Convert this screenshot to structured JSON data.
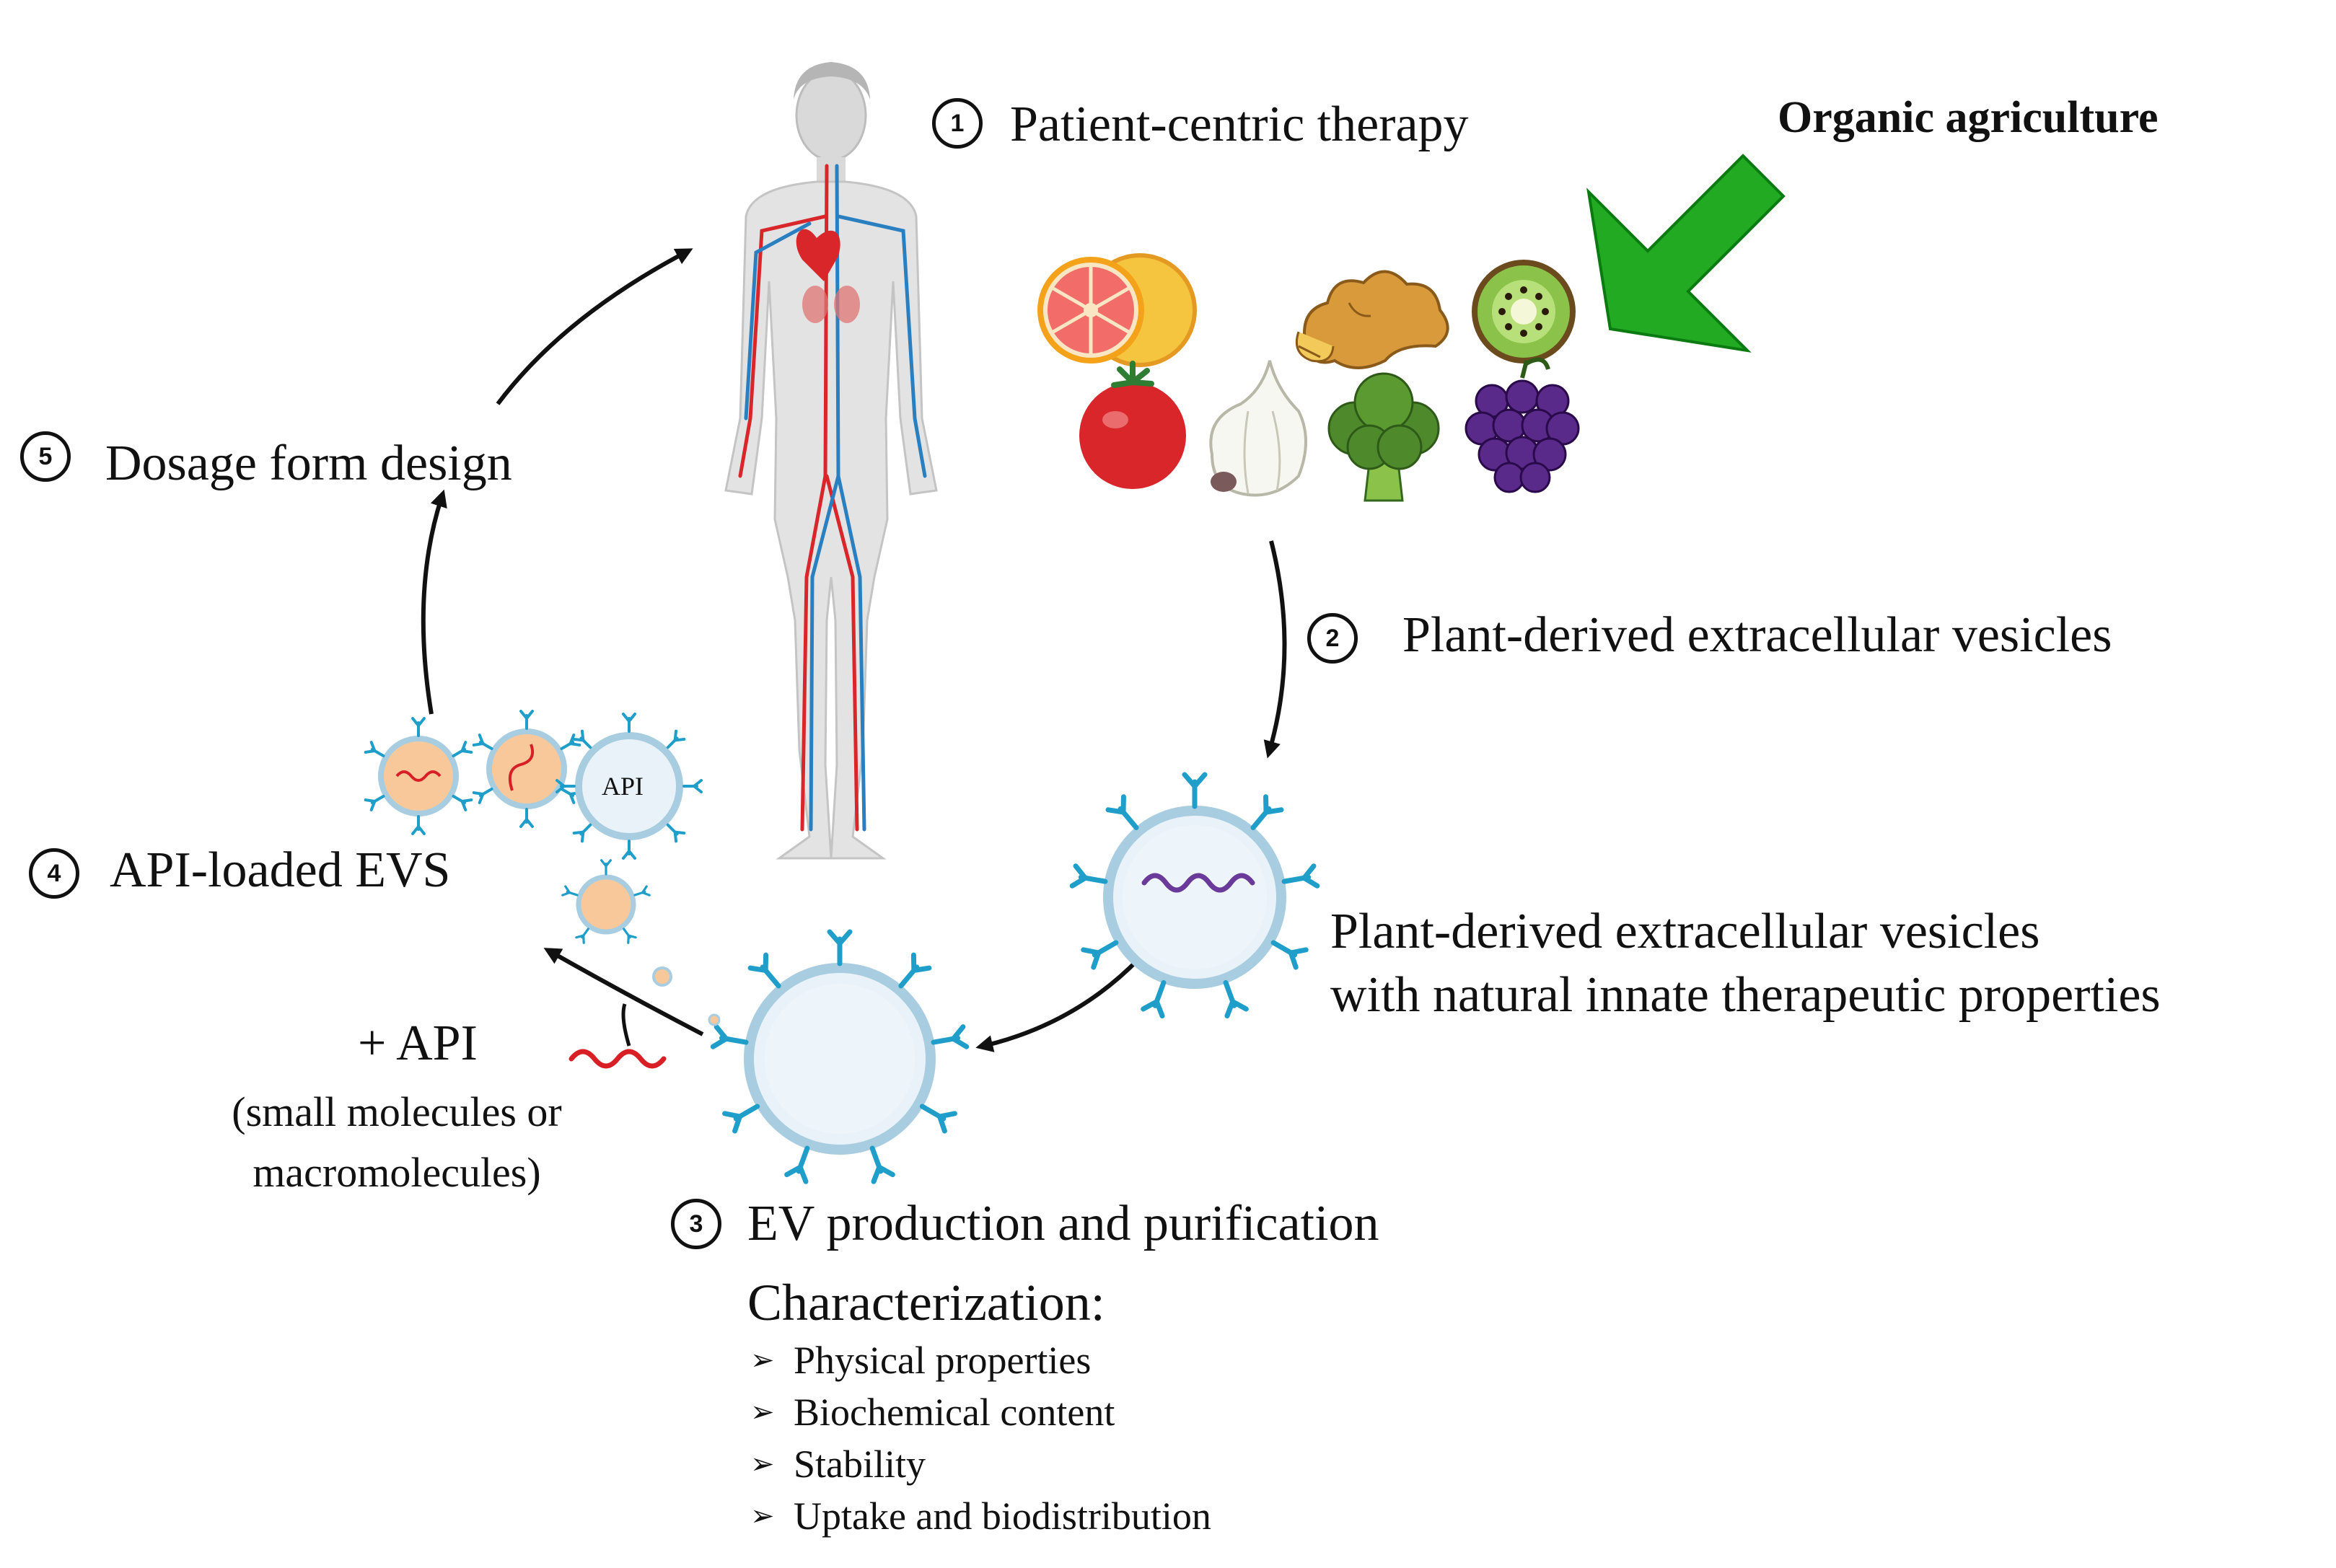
{
  "organic_agriculture": "Organic agriculture",
  "steps": [
    {
      "num": "1",
      "label": "Patient-centric therapy"
    },
    {
      "num": "2",
      "label": "Plant-derived extracellular vesicles"
    },
    {
      "num": "3",
      "label": "EV production and purification"
    },
    {
      "num": "4",
      "label": "API-loaded EVS"
    },
    {
      "num": "5",
      "label": "Dosage form design"
    }
  ],
  "ev_description": {
    "line1": "Plant-derived extracellular vesicles",
    "line2": "with natural innate therapeutic properties"
  },
  "characterization": {
    "title": "Characterization:",
    "items": [
      "Physical properties",
      "Biochemical content",
      "Stability",
      "Uptake and biodistribution"
    ]
  },
  "api_addition": {
    "plus": "+ API",
    "line1": "(small molecules or",
    "line2": "macromolecules)"
  },
  "vesicle_label": "API",
  "produce_icons": [
    "grapefruit",
    "ginger",
    "kiwi",
    "tomato",
    "garlic",
    "broccoli",
    "grapes"
  ],
  "colors": {
    "arrow_green": "#22aa22",
    "vesicle_blue": "#1e9ec9",
    "vesicle_fill": "#e8f2f8",
    "loaded_fill": "#f8c89a",
    "rna_red": "#d81f26",
    "rna_purple": "#6a3a9a",
    "artery_red": "#d8262b",
    "vein_blue": "#2a7fc0"
  }
}
